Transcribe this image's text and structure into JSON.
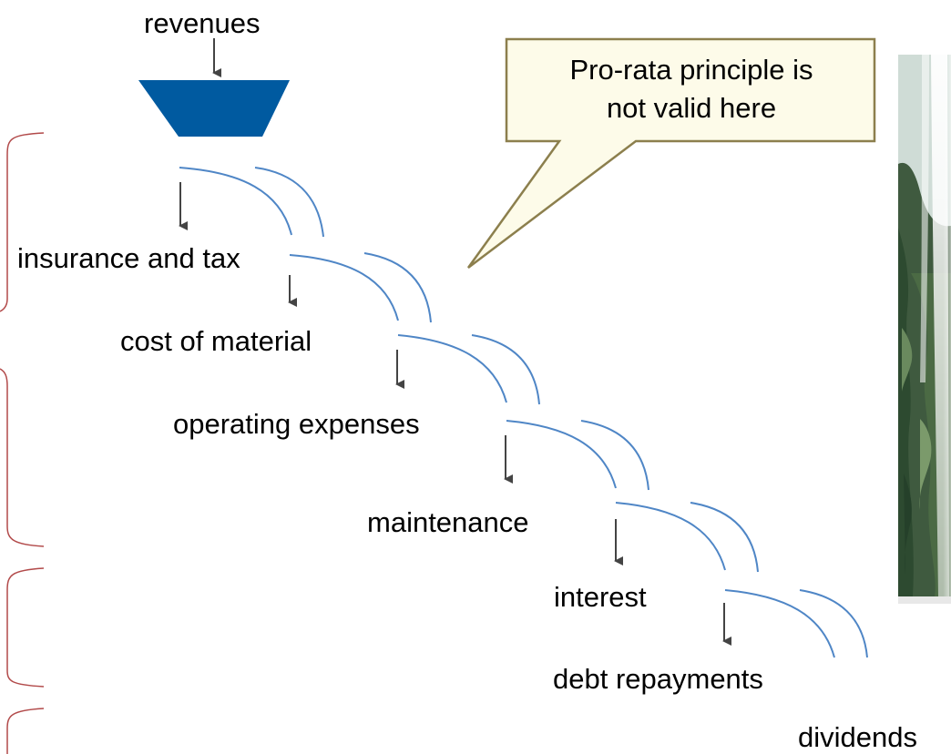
{
  "colors": {
    "funnel": "#005aa0",
    "arc": "#4f86c6",
    "arrow": "#444444",
    "brace": "#b24a4a",
    "callout_fill": "#fdfbe9",
    "callout_stroke": "#8c7f4d"
  },
  "labels": {
    "revenues": "revenues",
    "insurance": "insurance and tax",
    "material": "cost of material",
    "operating": "operating expenses",
    "maintenance": "maintenance",
    "interest": "interest",
    "debt": "debt repayments",
    "dividends": "dividends"
  },
  "callout": {
    "line1": "Pro-rata principle is",
    "line2": "not valid here"
  },
  "image": {
    "subject": "waterfall-photo"
  }
}
